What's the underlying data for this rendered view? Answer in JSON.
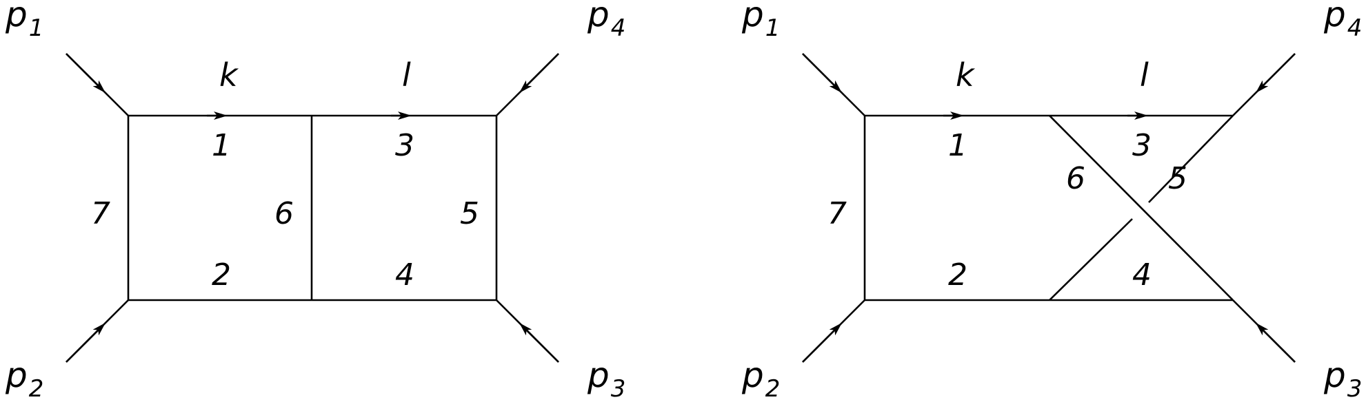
{
  "diagrams": [
    {
      "momenta": {
        "p1": {
          "base": "p",
          "sub": "1"
        },
        "p2": {
          "base": "p",
          "sub": "2"
        },
        "p3": {
          "base": "p",
          "sub": "3"
        },
        "p4": {
          "base": "p",
          "sub": "4"
        }
      },
      "loop_momenta": {
        "k": "k",
        "l": "l"
      },
      "propagators": {
        "1": "1",
        "2": "2",
        "3": "3",
        "4": "4",
        "5": "5",
        "6": "6",
        "7": "7"
      }
    },
    {
      "momenta": {
        "p1": {
          "base": "p",
          "sub": "1"
        },
        "p2": {
          "base": "p",
          "sub": "2"
        },
        "p3": {
          "base": "p",
          "sub": "3"
        },
        "p4": {
          "base": "p",
          "sub": "4"
        }
      },
      "loop_momenta": {
        "k": "k",
        "l": "l"
      },
      "propagators": {
        "1": "1",
        "2": "2",
        "3": "3",
        "4": "4",
        "5": "5",
        "6": "6",
        "7": "7"
      }
    }
  ],
  "colors": {
    "line": "#000000",
    "background": "#ffffff"
  }
}
